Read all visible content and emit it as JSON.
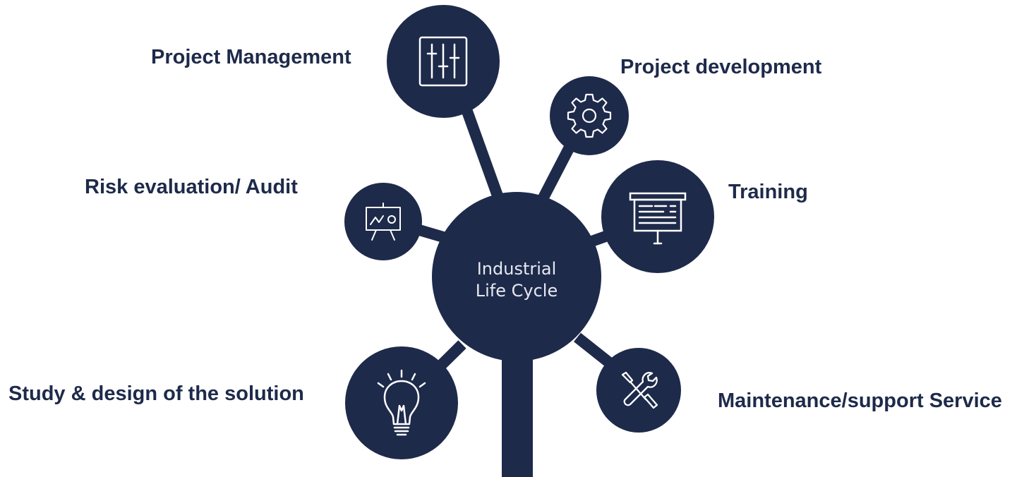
{
  "colors": {
    "node_fill": "#1e2a4a",
    "icon_stroke": "#ffffff",
    "label_text": "#1e2a4a",
    "background": "#ffffff"
  },
  "hub": {
    "line1": "Industrial",
    "line2": "Life Cycle"
  },
  "nodes": [
    {
      "id": "project-management",
      "label": "Project Management",
      "icon": "sliders-icon"
    },
    {
      "id": "project-development",
      "label": "Project development",
      "icon": "gear-icon"
    },
    {
      "id": "risk-evaluation",
      "label": "Risk evaluation/ Audit",
      "icon": "presentation-chart-icon"
    },
    {
      "id": "training",
      "label": "Training",
      "icon": "projector-screen-icon"
    },
    {
      "id": "study-design",
      "label": "Study & design of the solution",
      "icon": "lightbulb-icon"
    },
    {
      "id": "maintenance",
      "label": "Maintenance/support Service",
      "icon": "wrench-screwdriver-icon"
    }
  ]
}
